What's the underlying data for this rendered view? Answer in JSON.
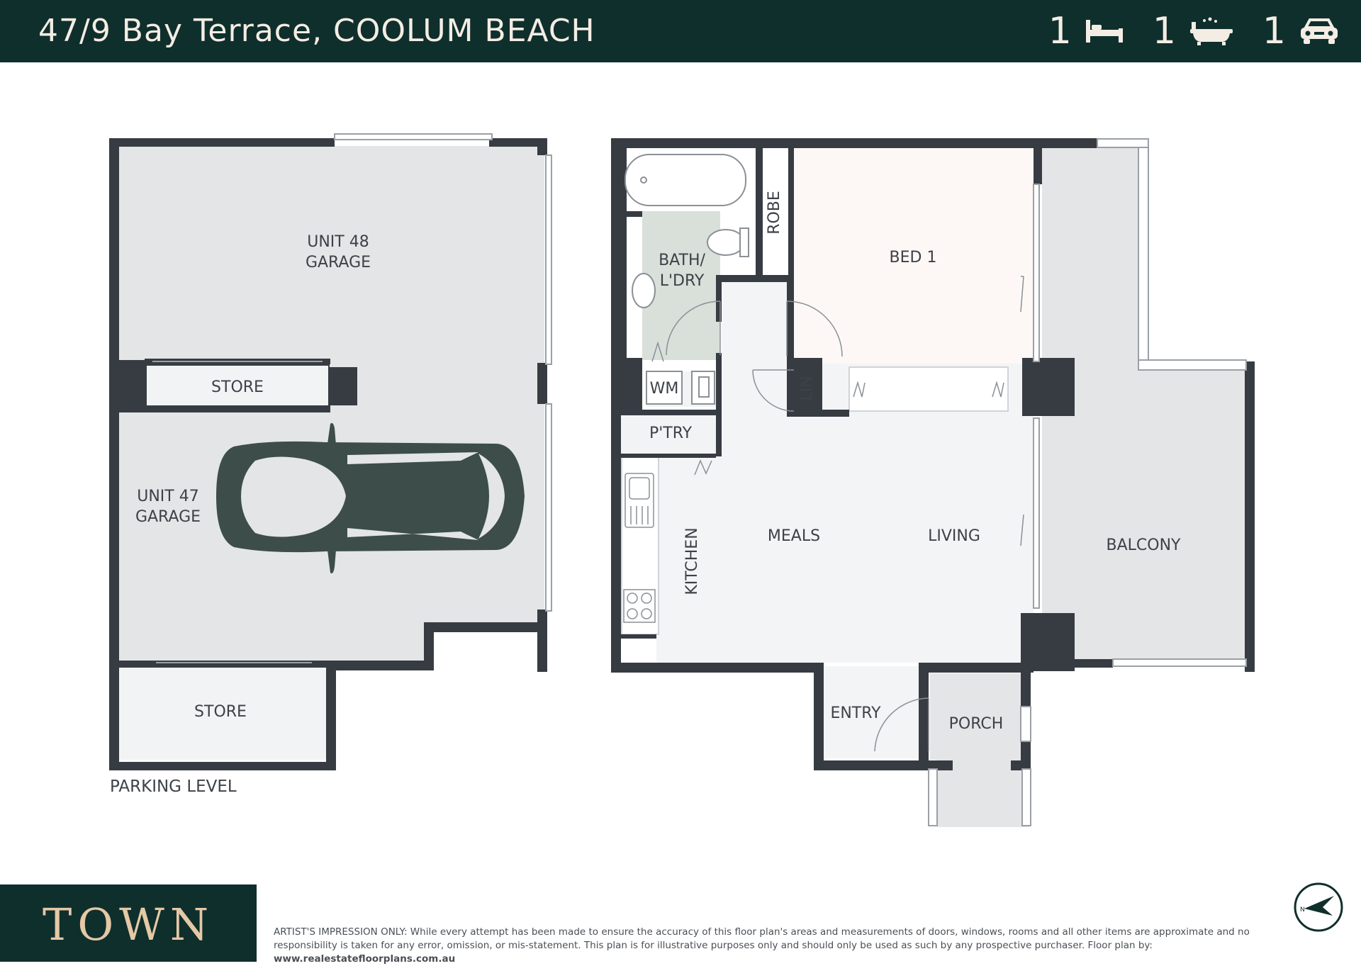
{
  "header": {
    "address": "47/9 Bay Terrace, COOLUM BEACH",
    "specs": [
      {
        "count": "1",
        "icon": "bed-icon"
      },
      {
        "count": "1",
        "icon": "bathtub-icon"
      },
      {
        "count": "1",
        "icon": "car-icon"
      }
    ]
  },
  "rooms": {
    "unit48_line1": "UNIT 48",
    "unit48_line2": "GARAGE",
    "store_upper": "STORE",
    "unit47_line1": "UNIT 47",
    "unit47_line2": "GARAGE",
    "store_lower": "STORE",
    "robe": "ROBE",
    "bath_line1": "BATH/",
    "bath_line2": "L'DRY",
    "bed": "BED 1",
    "wm": "WM",
    "lin": "LIN",
    "pantry": "P'TRY",
    "kitchen": "KITCHEN",
    "meals": "MEALS",
    "living": "LIVING",
    "balcony": "BALCONY",
    "entry": "ENTRY",
    "porch": "PORCH"
  },
  "level_label": "PARKING LEVEL",
  "footer": {
    "brand": "TOWN",
    "disclaimer": "ARTIST'S IMPRESSION ONLY: While every attempt has been made to ensure the accuracy of this floor plan's areas and measurements of doors, windows, rooms and all other items are approximate and no responsibility is taken for any error, omission, or mis-statement. This plan is for illustrative purposes only and should only be used as such by any prospective purchaser. Floor plan by: ",
    "site": "www.realestatefloorplans.com.au",
    "compass_icon": "north-arrow-icon"
  },
  "colors": {
    "header_bg": "#0f2f2c",
    "wall": "#373c43",
    "garage_floor": "#e4e5e6",
    "living_floor": "#f3f4f6",
    "bedroom_floor": "#fdf8f5",
    "bathroom_floor": "#d9dfd9",
    "car": "#3c4d4a",
    "brand_text": "#e5c8a6"
  }
}
